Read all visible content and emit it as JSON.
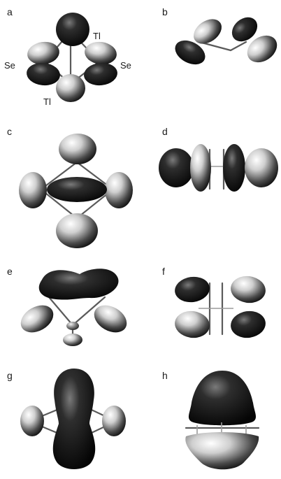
{
  "figure": {
    "panels": [
      {
        "id": "a",
        "label": "a",
        "atom_labels": [
          "Tl",
          "Se",
          "Se",
          "Tl"
        ]
      },
      {
        "id": "b",
        "label": "b",
        "atom_labels": []
      },
      {
        "id": "c",
        "label": "c",
        "atom_labels": []
      },
      {
        "id": "d",
        "label": "d",
        "atom_labels": []
      },
      {
        "id": "e",
        "label": "e",
        "atom_labels": []
      },
      {
        "id": "f",
        "label": "f",
        "atom_labels": []
      },
      {
        "id": "g",
        "label": "g",
        "atom_labels": []
      },
      {
        "id": "h",
        "label": "h",
        "atom_labels": []
      }
    ]
  },
  "colors": {
    "lobe_dark": "#141414",
    "lobe_mid": "#5c5c5c",
    "lobe_light": "#e8e8e8",
    "bond": "#5a5a5a",
    "background": "#ffffff"
  }
}
